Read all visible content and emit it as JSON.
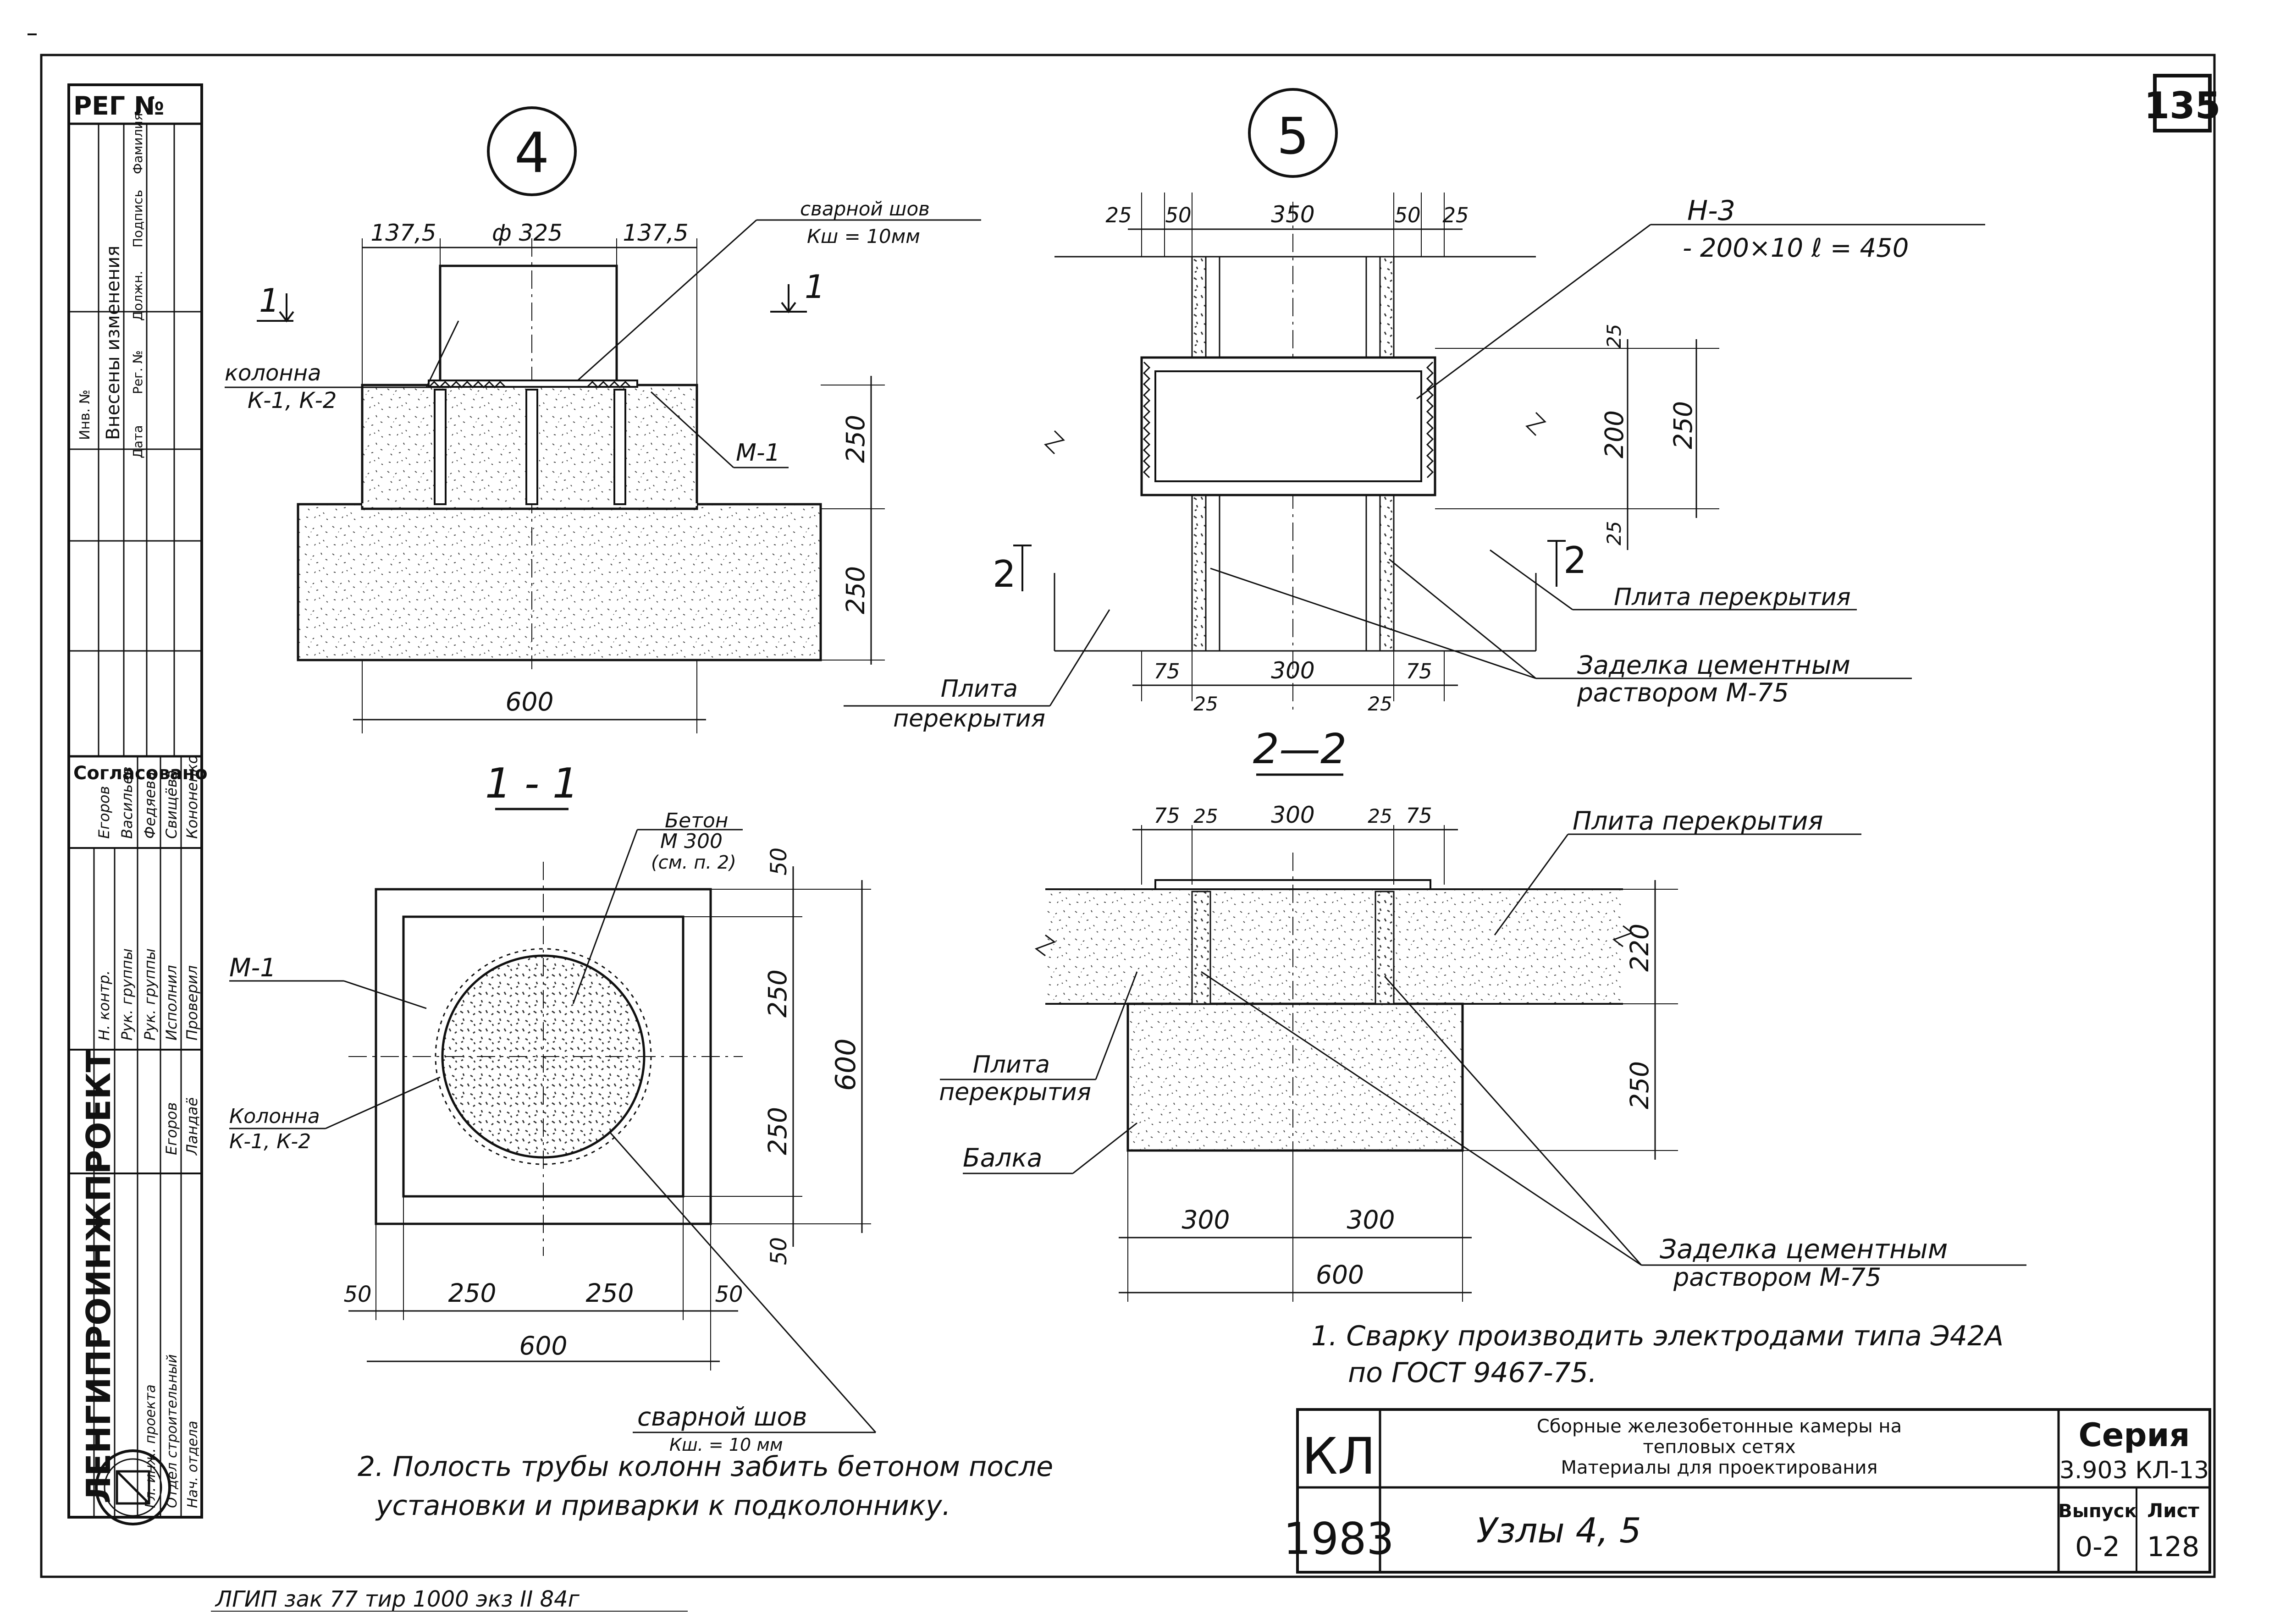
{
  "sheet_number": "135",
  "title_block": {
    "kl": "КЛ",
    "year": "1983",
    "description_line1": "Сборные железобетонные камеры на",
    "description_line2": "тепловых сетях",
    "description_line3": "Материалы для проектирования",
    "drawing_title": "Узлы 4, 5",
    "series_label": "Серия",
    "series_value": "3.903 КЛ-13",
    "issue_label": "Выпуск",
    "issue_value": "0-2",
    "sheet_label": "Лист",
    "sheet_value": "128",
    "organization": "ЛЕНГИПРОИНЖПРОЕКТ",
    "reg_label": "РЕГ №"
  },
  "side_stamp": {
    "changes_header": "Внесены изменения",
    "inventory": "Инв. №",
    "columns": [
      "Дата",
      "Рег. №",
      "Должн.",
      "Подпись",
      "Фамилия"
    ],
    "agreed": "Согласовано",
    "roles": [
      "Н. контр.",
      "Рук. группы",
      "Рук. группы",
      "Исполнил",
      "Проверил"
    ],
    "names_right": [
      "Егоров",
      "Васильев",
      "Федяева",
      "Свищёва",
      "Кононенко"
    ],
    "bottom_roles": [
      "Гл. инж. проекта",
      "Отдел строительный",
      "Нач. отдела"
    ],
    "bottom_names": [
      "Егоров",
      "Ландаё"
    ]
  },
  "node4": {
    "circle": "4",
    "dim_left": "137,5",
    "dim_center": "ф 325",
    "dim_right": "137,5",
    "weld_label": "сварной шов",
    "weld_size": "Кш = 10мм",
    "column_label": "колонна",
    "column_marks": "К-1, К-2",
    "embed": "М-1",
    "dim_v1": "250",
    "dim_v2": "250",
    "dim_bottom": "600",
    "section_mark": "1"
  },
  "node5": {
    "circle": "5",
    "dims_top": [
      "25",
      "50",
      "350",
      "50",
      "25"
    ],
    "plate": "Н-3",
    "plate_size": "- 200×10  ℓ = 450",
    "dims_right": [
      "25",
      "200",
      "25",
      "250"
    ],
    "section_mark": "2",
    "slab_right": "Плита перекрытия",
    "slab_left_1": "Плита",
    "slab_left_2": "перекрытия",
    "grout_1": "Заделка цементным",
    "grout_2": "раствором М-75",
    "dims_bottom": [
      "75",
      "300",
      "75"
    ],
    "dims_bottom2": [
      "25",
      "25"
    ]
  },
  "section11": {
    "title": "1 - 1",
    "concrete_1": "Бетон",
    "concrete_2": "М 300",
    "concrete_3": "(см. п. 2)",
    "embed": "М-1",
    "column_label": "Колонна",
    "column_marks": "К-1, К-2",
    "dims_right": [
      "50",
      "250",
      "250",
      "50"
    ],
    "dim_total_right": "600",
    "dims_bottom": [
      "50",
      "250",
      "250",
      "50"
    ],
    "dim_total_bottom": "600",
    "weld_label": "сварной шов",
    "weld_size": "Кш. = 10 мм"
  },
  "section22": {
    "title": "2—2",
    "dims_top": [
      "75",
      "25",
      "300",
      "25",
      "75"
    ],
    "slab_top": "Плита перекрытия",
    "dims_right": [
      "220",
      "250"
    ],
    "slab_left_1": "Плита",
    "slab_left_2": "перекрытия",
    "beam": "Балка",
    "dims_bottom": [
      "300",
      "300"
    ],
    "dim_total": "600",
    "grout_1": "Заделка цементным",
    "grout_2": "раствором М-75"
  },
  "notes": {
    "note1_line1": "1. Сварку производить электродами типа Э42А",
    "note1_line2": "по ГОСТ 9467-75.",
    "note2_line1": "2. Полость трубы колонн забить бетоном после",
    "note2_line2": "установки и приварки к подколоннику."
  },
  "print_mark": "ЛГИП  зак 77  тир 1000 экз  II  84г"
}
